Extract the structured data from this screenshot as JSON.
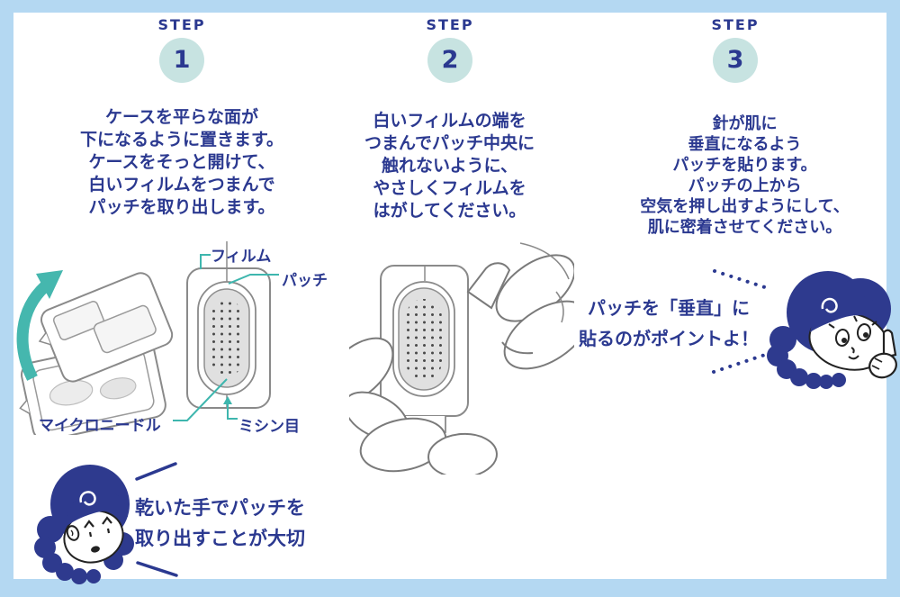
{
  "colors": {
    "frame_blue": "#b4d8f2",
    "panel_white": "#ffffff",
    "text_blue": "#2b3990",
    "mint_circle": "#c7e3e1",
    "teal_accent": "#3eb6ae",
    "line_gray": "#8a8a8a",
    "patch_gray": "#e0e0e0",
    "hair_navy": "#2e3a8e"
  },
  "steps": [
    {
      "label": "STEP",
      "number": "1",
      "lines": [
        "ケースを平らな面が",
        "下になるように置きます。",
        "ケースをそっと開けて、",
        "白いフィルムをつまんで",
        "パッチを取り出します。"
      ]
    },
    {
      "label": "STEP",
      "number": "2",
      "lines": [
        "白いフィルムの端を",
        "つまんでパッチ中央に",
        "触れないように、",
        "やさしくフィルムを",
        "はがしてください。"
      ]
    },
    {
      "label": "STEP",
      "number": "3",
      "lines": [
        "針が肌に",
        "垂直になるよう",
        "パッチを貼ります。",
        "パッチの上から",
        "空気を押し出すようにして、",
        "肌に密着させてください。"
      ]
    }
  ],
  "diagram": {
    "labels": {
      "film": "フィルム",
      "patch": "パッチ",
      "microneedle": "マイクロニードル",
      "perforation": "ミシン目"
    }
  },
  "tips": {
    "vertical": {
      "lines": [
        "パッチを「垂直」に",
        "貼るのがポイントよ！"
      ]
    },
    "dry_hands": {
      "lines": [
        "乾いた手でパッチを",
        "取り出すことが大切"
      ]
    }
  }
}
